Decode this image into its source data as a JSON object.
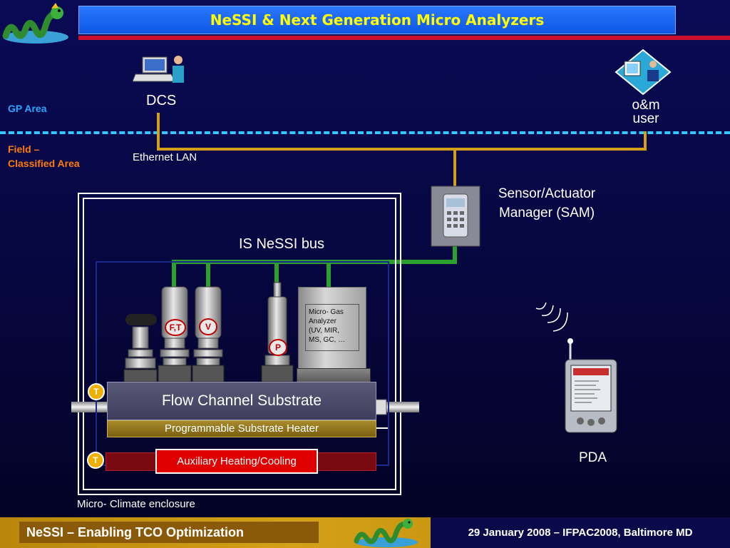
{
  "header": {
    "title": "NeSSI & Next Generation Micro Analyzers"
  },
  "areas": {
    "gp": "GP Area",
    "field_line1": "Field –",
    "field_line2": "Classified Area"
  },
  "network": {
    "dcs": "DCS",
    "om_line1": "o&m",
    "om_line2": "user",
    "ethernet": "Ethernet LAN",
    "sam_line1": "Sensor/Actuator",
    "sam_line2": "Manager (SAM)",
    "bus": "IS NeSSI bus",
    "pda": "PDA"
  },
  "hardware": {
    "flow_substrate": "Flow Channel Substrate",
    "heater": "Programmable Substrate Heater",
    "aux": "Auxiliary Heating/Cooling",
    "enclosure": "Micro- Climate enclosure",
    "analyzer_lines": [
      "Micro- Gas",
      "Analyzer",
      "(UV, MIR,",
      "MS, GC, …"
    ],
    "badges": {
      "ft": "F,T",
      "v": "V",
      "p": "P",
      "t1": "T",
      "t2": "T"
    }
  },
  "footer": {
    "left": "NeSSI – Enabling TCO Optimization",
    "right": "29 January 2008 –  IFPAC2008,  Baltimore MD"
  },
  "colors": {
    "title_bg": "#1a66ff",
    "title_text": "#ffff00",
    "bus": "#2ca02c",
    "lan": "#d4a017",
    "divider": "#34c8ff"
  },
  "icons": [
    "sea-serpent-logo-icon",
    "dcs-workstation-icon",
    "om-user-icon",
    "sam-device-icon",
    "pda-icon",
    "wireless-signal-icon"
  ]
}
